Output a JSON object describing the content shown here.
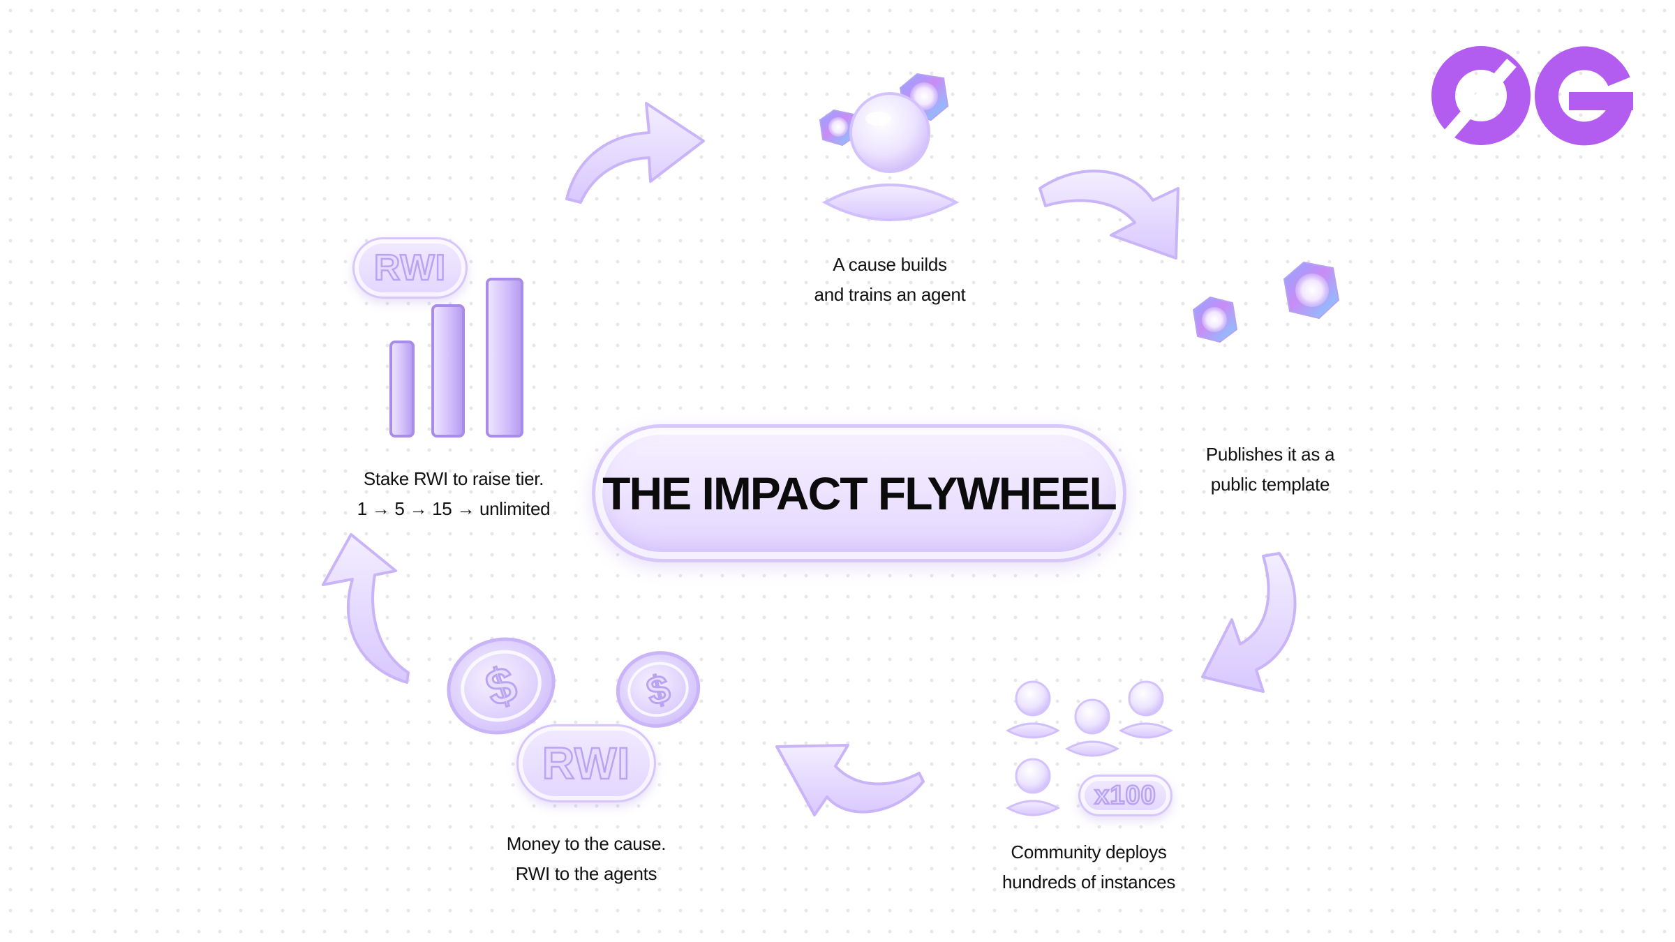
{
  "title": "THE IMPACT FLYWHEEL",
  "logo": {
    "text": "0G",
    "color": "#b35cf0"
  },
  "steps": [
    {
      "line1": "A cause builds",
      "line2": "and trains an agent"
    },
    {
      "line1": "Publishes it as a",
      "line2": "public template"
    },
    {
      "line1": "Community deploys",
      "line2": "hundreds of instances"
    },
    {
      "line1": "Money to the cause.",
      "line2": "RWI to the agents"
    },
    {
      "line1": "Stake RWI to raise tier.",
      "line2": "1 → 5 → 15 → unlimited"
    }
  ],
  "badges": {
    "rwi_top": "RWI",
    "rwi_bottom": "RWI",
    "multiplier": "x100"
  },
  "icons": {
    "step1": "agent-with-cubes-icon",
    "step2": "cubes-icon",
    "step3": "people-group-icon",
    "step4": "coins-icon",
    "step5": "bar-chart-icon",
    "arrows": "curved-arrow-icon"
  },
  "colors": {
    "accent": "#b35cf0",
    "glass": "#e4d8ff",
    "glass_edge": "#c9b4f7"
  }
}
